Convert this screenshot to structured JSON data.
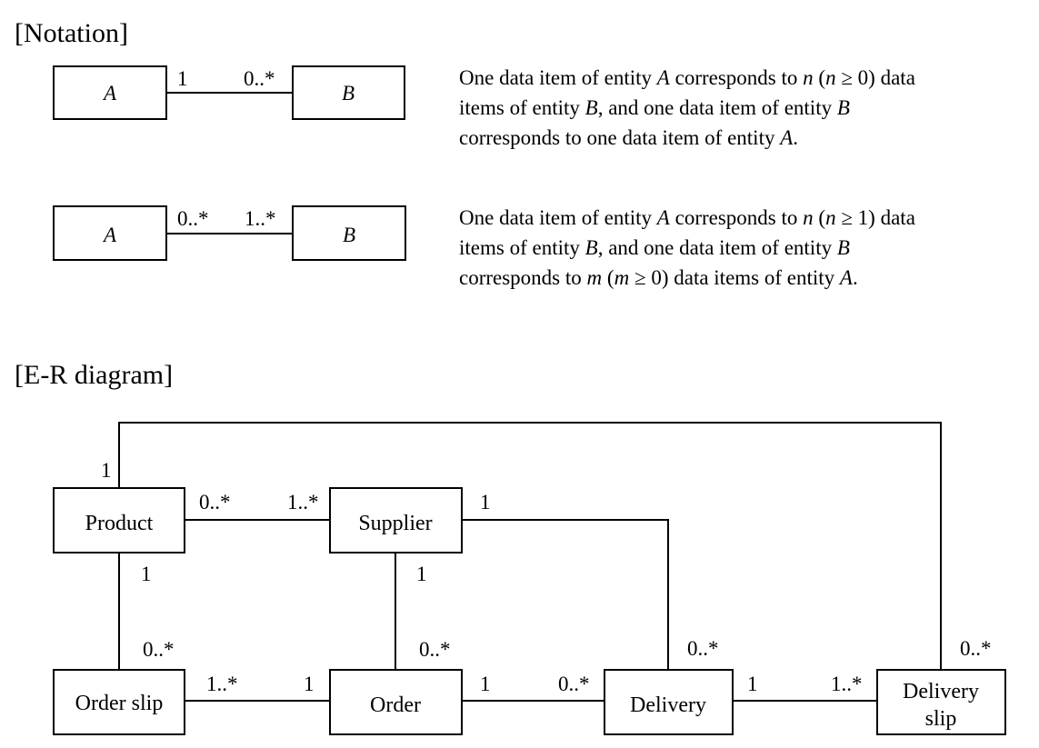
{
  "notation": {
    "heading": "[Notation]",
    "entity_a": "A",
    "entity_b": "B",
    "row1": {
      "mult_a": "1",
      "mult_b": "0..*",
      "desc_line1": [
        "One data item of entity ",
        "A",
        " corresponds to ",
        "n",
        " (",
        "n",
        " ≥ 0) data"
      ],
      "desc_line2": [
        "items of entity ",
        "B",
        ", and one data item of entity ",
        "B"
      ],
      "desc_line3": [
        "corresponds to one data item of entity ",
        "A",
        "."
      ]
    },
    "row2": {
      "mult_a": "0..*",
      "mult_b": "1..*",
      "desc_line1": [
        "One data item of entity ",
        "A",
        " corresponds to ",
        "n",
        " (",
        "n",
        " ≥ 1) data"
      ],
      "desc_line2": [
        "items of entity ",
        "B",
        ", and one data item of entity ",
        "B"
      ],
      "desc_line3": [
        "corresponds to ",
        "m",
        "  (",
        "m",
        " ≥ 0) data items of entity ",
        "A",
        "."
      ]
    }
  },
  "er": {
    "heading": "[E-R diagram]",
    "entities": {
      "product": "Product",
      "supplier": "Supplier",
      "order_slip": "Order slip",
      "order": "Order",
      "delivery": "Delivery",
      "delivery_slip_line1": "Delivery",
      "delivery_slip_line2": "slip"
    },
    "multiplicities": {
      "product_top": "1",
      "product_supplier_at_product": "0..*",
      "product_supplier_at_supplier": "1..*",
      "supplier_delivery_at_supplier": "1",
      "product_orderslip_at_product": "1",
      "product_orderslip_at_orderslip": "0..*",
      "supplier_order_at_supplier": "1",
      "supplier_order_at_order": "0..*",
      "supplier_delivery_at_delivery": "0..*",
      "product_deliveryslip_at_deliveryslip": "0..*",
      "orderslip_order_at_orderslip": "1..*",
      "orderslip_order_at_order": "1",
      "order_delivery_at_order": "1",
      "order_delivery_at_delivery": "0..*",
      "delivery_deliveryslip_at_delivery": "1",
      "delivery_deliveryslip_at_deliveryslip": "1..*"
    }
  }
}
